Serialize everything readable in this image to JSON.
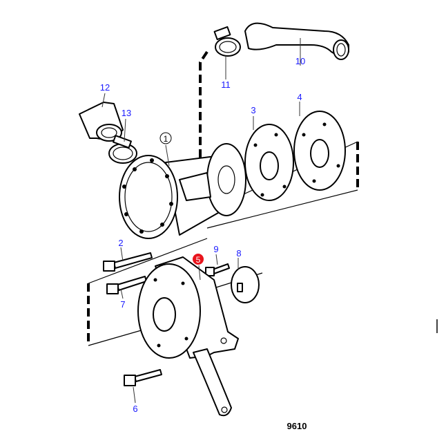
{
  "diagram": {
    "figure_number": "9610",
    "callouts": [
      {
        "id": "1",
        "label": "1"
      },
      {
        "id": "2",
        "label": "2"
      },
      {
        "id": "3",
        "label": "3"
      },
      {
        "id": "4",
        "label": "4"
      },
      {
        "id": "5",
        "label": "5"
      },
      {
        "id": "6",
        "label": "6"
      },
      {
        "id": "7",
        "label": "7"
      },
      {
        "id": "8",
        "label": "8"
      },
      {
        "id": "9",
        "label": "9"
      },
      {
        "id": "10",
        "label": "10"
      },
      {
        "id": "11",
        "label": "11"
      },
      {
        "id": "12",
        "label": "12"
      },
      {
        "id": "13",
        "label": "13"
      }
    ],
    "colors": {
      "callout": "#1a1aff",
      "highlight": "#e8141c",
      "line": "#000000"
    }
  }
}
